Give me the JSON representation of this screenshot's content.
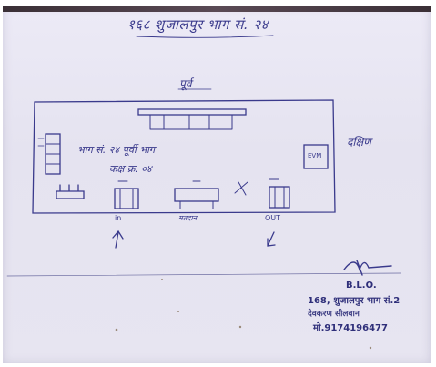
{
  "document": {
    "header": "१६८ शुजालपुर   भाग सं. २४",
    "direction_east": "पूर्व",
    "direction_south": "दक्षिण",
    "room_note_line1": "भाग सं. २४ पूर्वी भाग",
    "room_note_line2": "कक्ष क्र. ०४",
    "label_in": "in",
    "label_booth": "मतदान",
    "label_out": "OUT",
    "room_label": "EVM",
    "stamp": {
      "title": "B.L.O.",
      "line1": "168, शुजालपुर भाग सं.2",
      "line2": "देवकरण सीलवान",
      "line3": "मो.9174196477"
    }
  },
  "colors": {
    "ink": "#3a3a8c",
    "paper": "#e7e5f1",
    "stamp_ink": "#2f2f7a"
  }
}
